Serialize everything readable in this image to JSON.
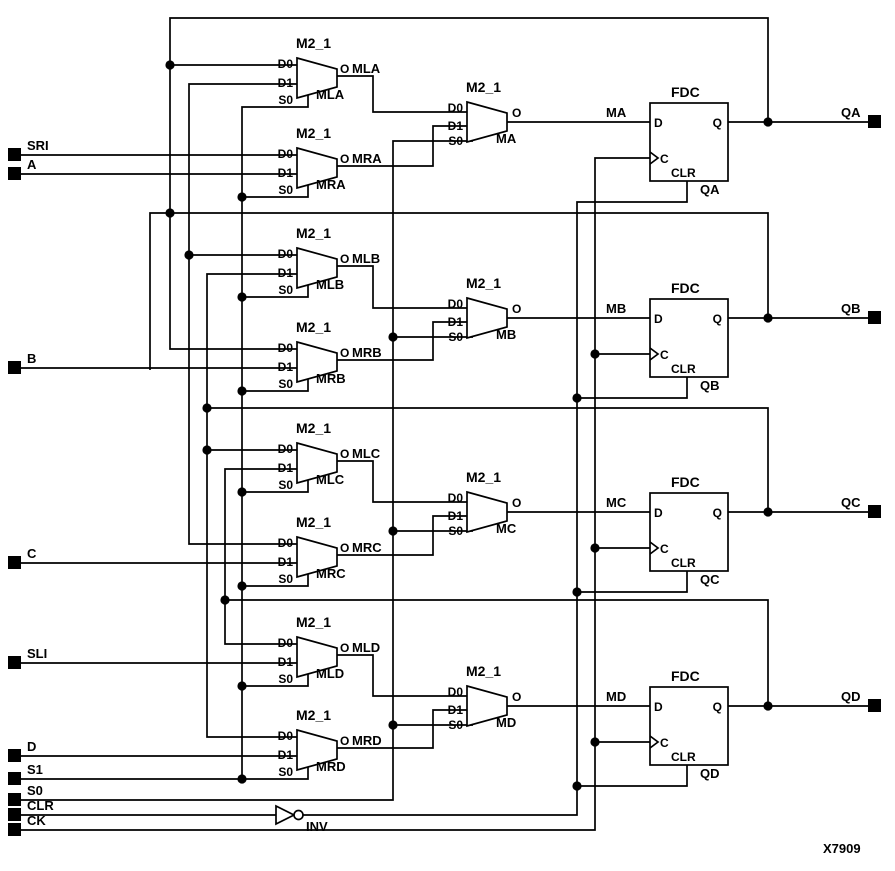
{
  "figure_label": "X7909",
  "symbols": {
    "mux_title": "M2_1",
    "ff_title": "FDC",
    "mux_pins": {
      "d0": "D0",
      "d1": "D1",
      "s0": "S0",
      "out": "O"
    },
    "ff_pins": {
      "d": "D",
      "q": "Q",
      "c": "C",
      "clr": "CLR"
    },
    "inverter_label": "INV"
  },
  "stage1_muxes": [
    {
      "instance": "MLA",
      "output_net": "MLA"
    },
    {
      "instance": "MRA",
      "output_net": "MRA"
    },
    {
      "instance": "MLB",
      "output_net": "MLB"
    },
    {
      "instance": "MRB",
      "output_net": "MRB"
    },
    {
      "instance": "MLC",
      "output_net": "MLC"
    },
    {
      "instance": "MRC",
      "output_net": "MRC"
    },
    {
      "instance": "MLD",
      "output_net": "MLD"
    },
    {
      "instance": "MRD",
      "output_net": "MRD"
    }
  ],
  "stage2_muxes": [
    {
      "instance": "MA"
    },
    {
      "instance": "MB"
    },
    {
      "instance": "MC"
    },
    {
      "instance": "MD"
    }
  ],
  "flipflops": [
    {
      "instance": "QA",
      "d_net": "MA",
      "q_net": "QA"
    },
    {
      "instance": "QB",
      "d_net": "MB",
      "q_net": "QB"
    },
    {
      "instance": "QC",
      "d_net": "MC",
      "q_net": "QC"
    },
    {
      "instance": "QD",
      "d_net": "MD",
      "q_net": "QD"
    }
  ],
  "input_ports": [
    "SRI",
    "A",
    "B",
    "C",
    "SLI",
    "D",
    "S1",
    "S0",
    "CLR",
    "CK"
  ],
  "output_ports": [
    "QA",
    "QB",
    "QC",
    "QD"
  ],
  "colors": {
    "line": "#000000",
    "background": "#ffffff"
  }
}
